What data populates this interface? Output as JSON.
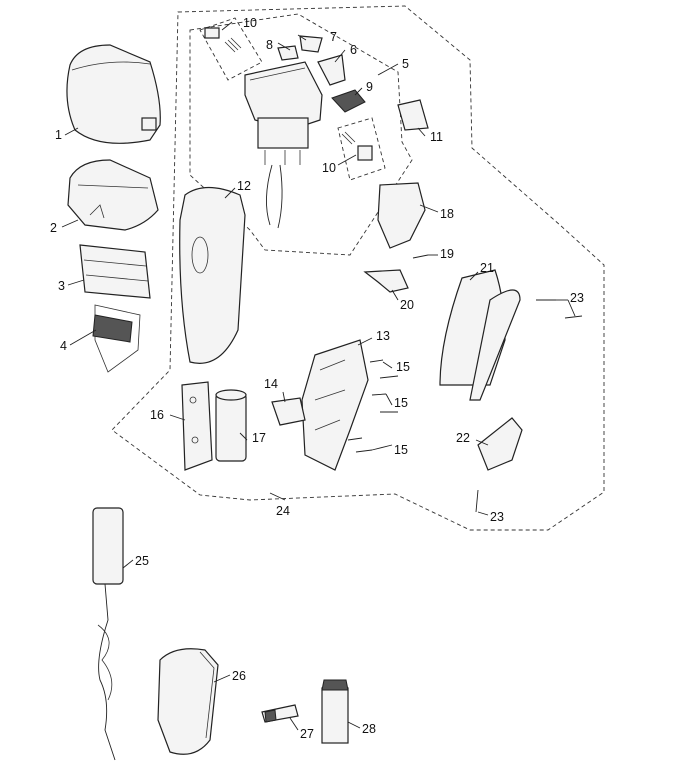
{
  "labels": [
    {
      "id": "1",
      "text": "1"
    },
    {
      "id": "2",
      "text": "2"
    },
    {
      "id": "3",
      "text": "3"
    },
    {
      "id": "4",
      "text": "4"
    },
    {
      "id": "5",
      "text": "5"
    },
    {
      "id": "6",
      "text": "6"
    },
    {
      "id": "7",
      "text": "7"
    },
    {
      "id": "8",
      "text": "8"
    },
    {
      "id": "9",
      "text": "9"
    },
    {
      "id": "10a",
      "text": "10"
    },
    {
      "id": "10b",
      "text": "10"
    },
    {
      "id": "11",
      "text": "11"
    },
    {
      "id": "12",
      "text": "12"
    },
    {
      "id": "13",
      "text": "13"
    },
    {
      "id": "14",
      "text": "14"
    },
    {
      "id": "15a",
      "text": "15"
    },
    {
      "id": "15b",
      "text": "15"
    },
    {
      "id": "15c",
      "text": "15"
    },
    {
      "id": "16",
      "text": "16"
    },
    {
      "id": "17",
      "text": "17"
    },
    {
      "id": "18",
      "text": "18"
    },
    {
      "id": "19",
      "text": "19"
    },
    {
      "id": "20",
      "text": "20"
    },
    {
      "id": "21",
      "text": "21"
    },
    {
      "id": "22",
      "text": "22"
    },
    {
      "id": "23a",
      "text": "23"
    },
    {
      "id": "23b",
      "text": "23"
    },
    {
      "id": "24",
      "text": "24"
    },
    {
      "id": "25",
      "text": "25"
    },
    {
      "id": "26",
      "text": "26"
    },
    {
      "id": "27",
      "text": "27"
    },
    {
      "id": "28",
      "text": "28"
    }
  ]
}
